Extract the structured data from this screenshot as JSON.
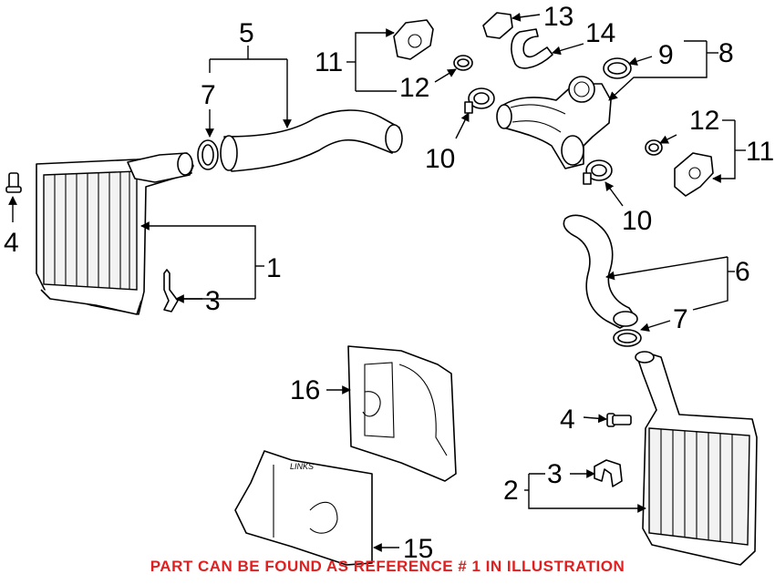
{
  "footer_note": "PART CAN BE FOUND AS REFERENCE # 1 IN ILLUSTRATION",
  "footer_color": "#e02020",
  "embossed_text": "LINKS",
  "callouts": {
    "c1": "1",
    "c2": "2",
    "c3a": "3",
    "c3b": "3",
    "c4a": "4",
    "c4b": "4",
    "c5": "5",
    "c6": "6",
    "c7a": "7",
    "c7b": "7",
    "c8": "8",
    "c9": "9",
    "c10a": "10",
    "c10b": "10",
    "c11a": "11",
    "c11b": "11",
    "c12a": "12",
    "c12b": "12",
    "c13": "13",
    "c14": "14",
    "c15": "15",
    "c16": "16"
  }
}
